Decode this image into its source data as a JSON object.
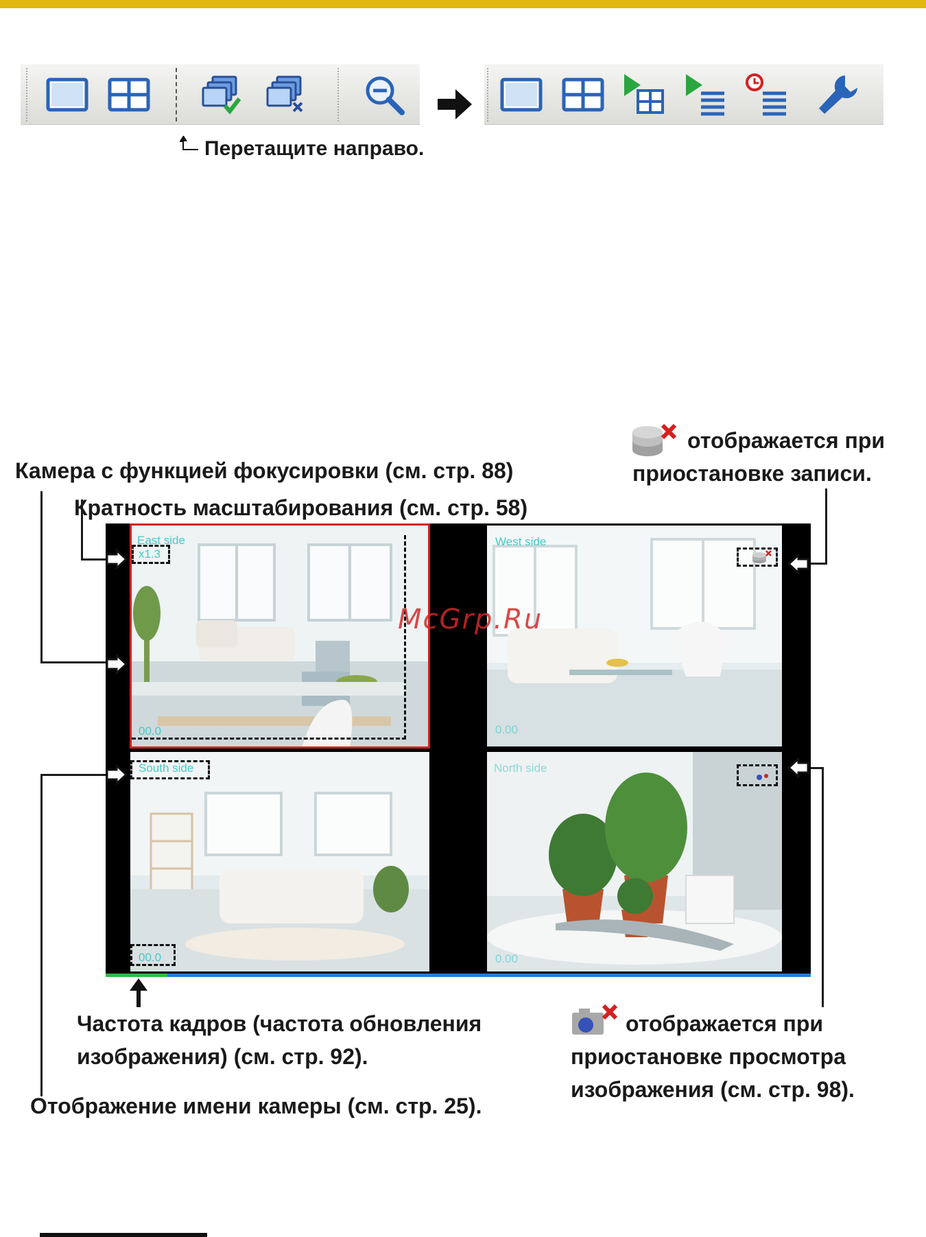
{
  "toolbar": {
    "drag_note": "Перетащите направо."
  },
  "icons": [
    "single-screen-icon",
    "quad-screen-icon",
    "select-cameras-icon",
    "deselect-cameras-icon",
    "zoom-out-icon",
    "arrow-right-icon",
    "single-screen-icon",
    "quad-screen-icon",
    "playback-quad-icon",
    "playback-list-icon",
    "timer-list-icon",
    "settings-wrench-icon"
  ],
  "annotations": {
    "focus_camera": "Камера с функцией фокусировки (см. стр. 88)",
    "zoom_ratio": "Кратность масштабирования (см. стр. 58)",
    "record_paused_line1": "отображается при",
    "record_paused_line2": "приостановке записи.",
    "frame_rate_line1": "Частота кадров (частота обновления",
    "frame_rate_line2": "изображения) (см. стр. 92).",
    "camera_name": "Отображение имени камеры (см. стр. 25).",
    "view_paused_line1": "отображается при",
    "view_paused_line2": "приостановке просмотра",
    "view_paused_line3": "изображения (см. стр. 98)."
  },
  "cameras": [
    {
      "name": "East side",
      "zoom": "x1.3",
      "fps": "00.0"
    },
    {
      "name": "West side",
      "fps": "0.00"
    },
    {
      "name": "South side",
      "fps": "00.0"
    },
    {
      "name": "North side",
      "fps": "0.00"
    }
  ],
  "watermark": "McGrp.Ru",
  "colors": {
    "top_bar": "#e2b80e",
    "selected_border": "#d42020",
    "overlay_text": "#48c8c8",
    "status_strip": "#2a7ad4"
  }
}
